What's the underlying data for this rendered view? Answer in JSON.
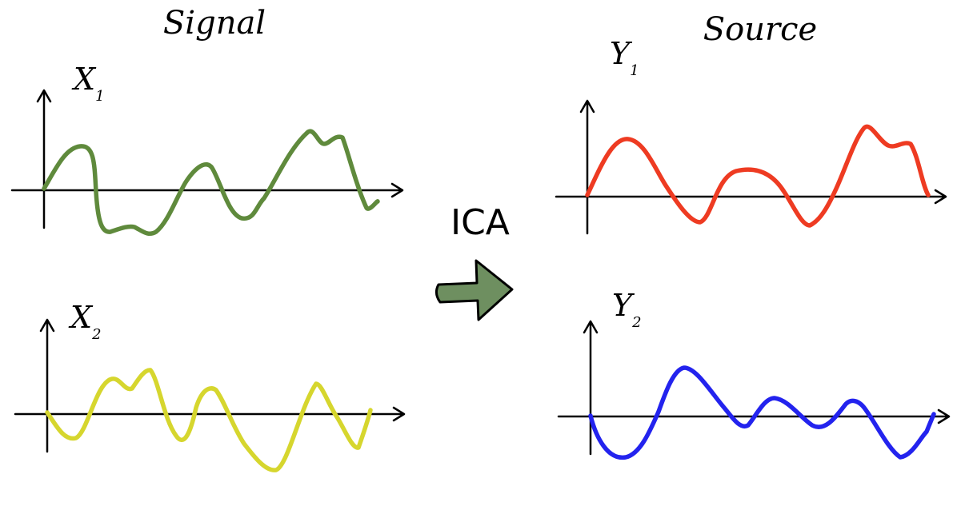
{
  "header": {
    "left_title": "Signal",
    "right_title": "Source"
  },
  "arrow": {
    "label": "ICA",
    "color": "#6e8f60"
  },
  "plots": [
    {
      "id": "x1",
      "label_main": "X",
      "label_sub": "1",
      "color": "#5f8a3c"
    },
    {
      "id": "x2",
      "label_main": "X",
      "label_sub": "2",
      "color": "#d6d62e"
    },
    {
      "id": "y1",
      "label_main": "Y",
      "label_sub": "1",
      "color": "#ee3b22"
    },
    {
      "id": "y2",
      "label_main": "Y",
      "label_sub": "2",
      "color": "#2323ee"
    }
  ]
}
